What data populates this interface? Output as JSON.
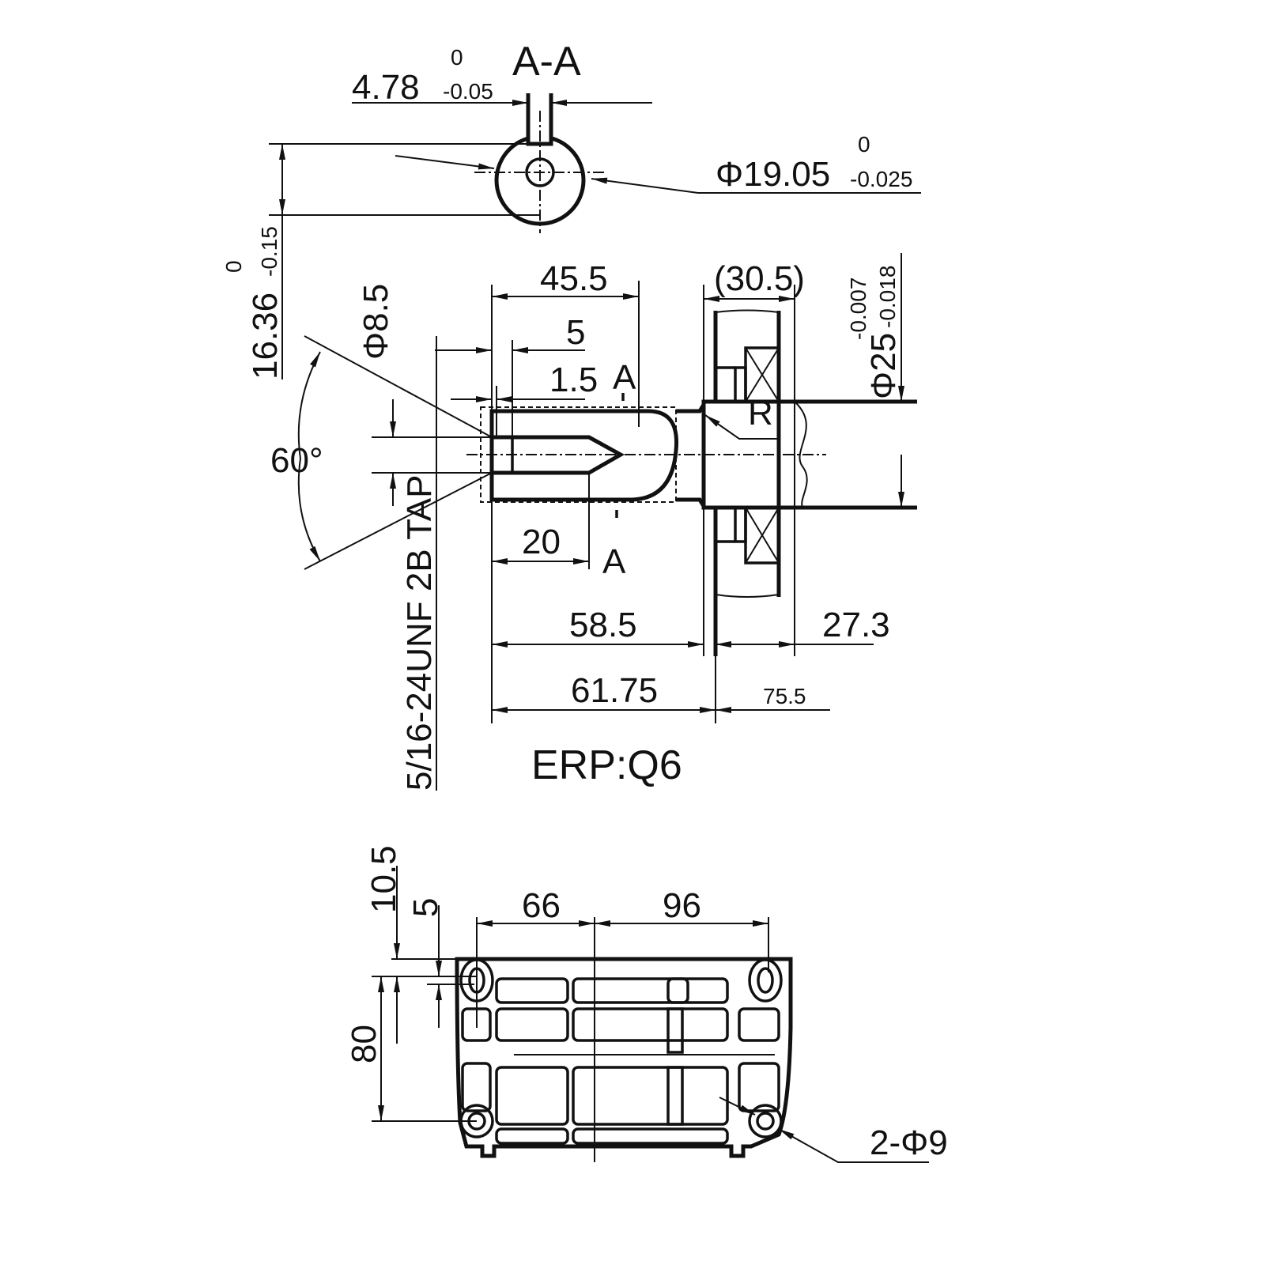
{
  "section_view": {
    "title": "A-A",
    "key_width": "4.78",
    "key_width_upper": "0",
    "key_width_lower": "-0.05",
    "shaft_diameter": "Φ19.05",
    "shaft_diameter_upper": "0",
    "shaft_diameter_lower": "-0.025",
    "key_depth": "16.36",
    "key_depth_upper": "0",
    "key_depth_lower": "-0.15"
  },
  "shaft_view": {
    "dim_45_5": "45.5",
    "dim_30_5": "(30.5)",
    "dim_5": "5",
    "dim_1_5": "1.5",
    "section_mark_top": "A",
    "section_mark_bottom": "A",
    "bore_diameter": "Φ8.5",
    "chamfer_angle": "60°",
    "dim_20": "20",
    "dim_58_5": "58.5",
    "dim_27_3": "27.3",
    "dim_61_75": "61.75",
    "dim_75_5": "75.5",
    "thread_spec": "5/16-24UNF 2B TAP",
    "erp_code": "ERP:Q6",
    "radius_mark": "R",
    "pilot_diameter": "Φ25",
    "pilot_upper": "-0.007",
    "pilot_lower": "-0.018"
  },
  "base_view": {
    "dim_10_5": "10.5",
    "dim_5": "5",
    "dim_66": "66",
    "dim_96": "96",
    "dim_80": "80",
    "hole_callout": "2-Φ9"
  }
}
